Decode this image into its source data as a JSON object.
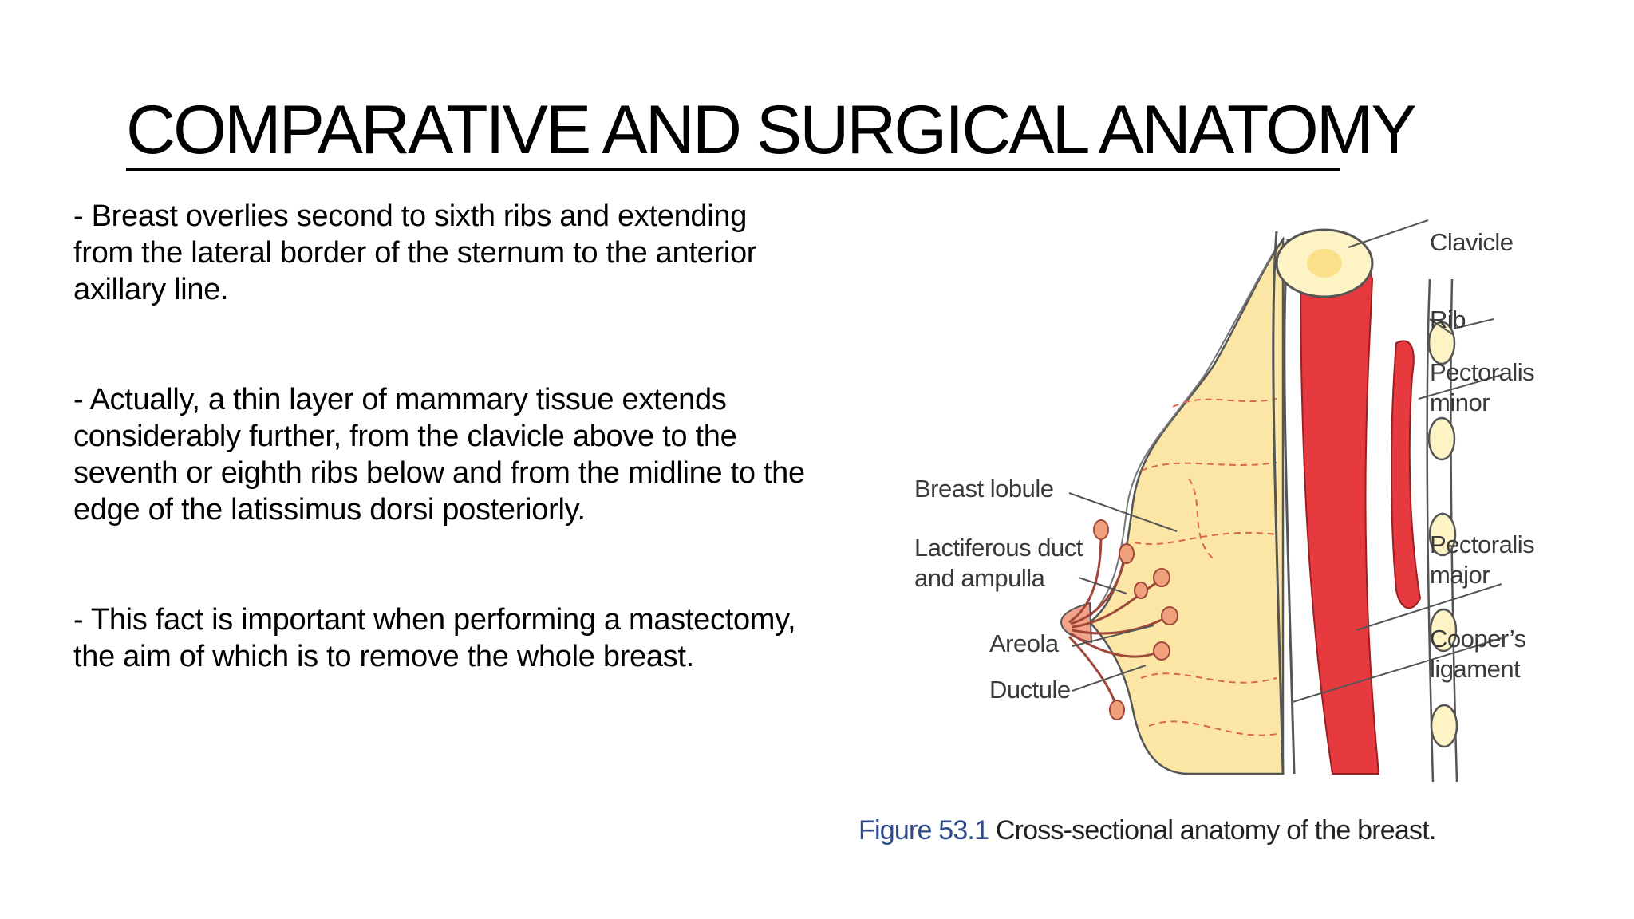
{
  "slide": {
    "title": "COMPARATIVE AND SURGICAL ANATOMY",
    "bullets": [
      "- Breast overlies second to  sixth ribs and extending from the lateral border of the sternum to the anterior axillary line.",
      "- Actually, a thin layer of mammary tissue extends considerably further, from the clavicle above to the seventh or eighth ribs below and from the midline to the edge of the latissimus dorsi posteriorly.",
      "- This fact is important when performing a mastectomy, the aim of which is to remove the whole breast."
    ]
  },
  "figure": {
    "labels": {
      "clavicle": "Clavicle",
      "rib": "Rib",
      "pectoralis_minor_1": "Pectoralis",
      "pectoralis_minor_2": "minor",
      "pectoralis_major_1": "Pectoralis",
      "pectoralis_major_2": "major",
      "coopers_1": "Cooper’s",
      "coopers_2": "ligament",
      "breast_lobule": "Breast lobule",
      "lactiferous_1": "Lactiferous duct",
      "lactiferous_2": "and ampulla",
      "areola": "Areola",
      "ductule": "Ductule"
    },
    "caption_number": "Figure 53.1",
    "caption_text": "Cross-sectional anatomy of the breast.",
    "colors": {
      "muscle": "#e63a3f",
      "breast_tissue": "#fbe6a6",
      "bone": "#fdf3c4",
      "outline": "#555555"
    }
  }
}
